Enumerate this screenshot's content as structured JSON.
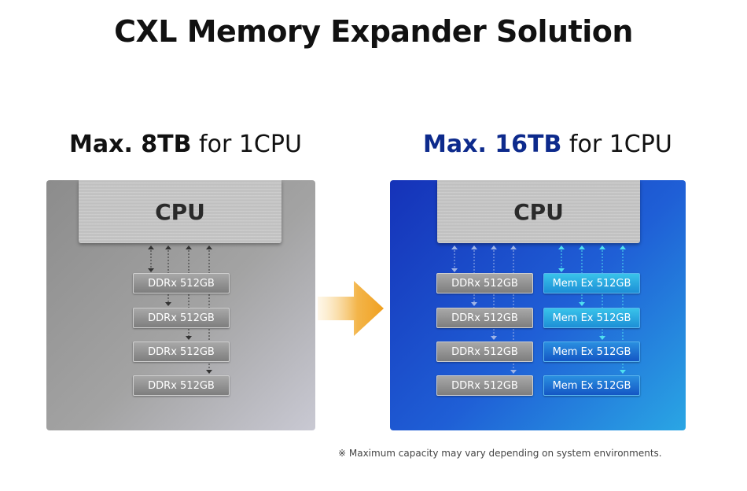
{
  "title": "CXL Memory Expander Solution",
  "left": {
    "heading_bold": "Max. 8TB",
    "heading_normal": "for 1CPU",
    "cpu_label": "CPU",
    "modules": [
      "DDRx 512GB",
      "DDRx 512GB",
      "DDRx 512GB",
      "DDRx 512GB"
    ]
  },
  "right": {
    "heading_bold": "Max. 16TB",
    "heading_normal": "for 1CPU",
    "cpu_label": "CPU",
    "ddr_modules": [
      "DDRx 512GB",
      "DDRx 512GB",
      "DDRx 512GB",
      "DDRx 512GB"
    ],
    "memex_modules": [
      "Mem Ex 512GB",
      "Mem Ex 512GB",
      "Mem Ex 512GB",
      "Mem Ex 512GB"
    ]
  },
  "footnote": "※ Maximum capacity may vary depending on system environments.",
  "colors": {
    "accent_blue": "#0d2a8c",
    "arrow_orange": "#f0a020",
    "panel_blue": "#1f5fd6",
    "panel_gray": "#a3a3a3"
  }
}
